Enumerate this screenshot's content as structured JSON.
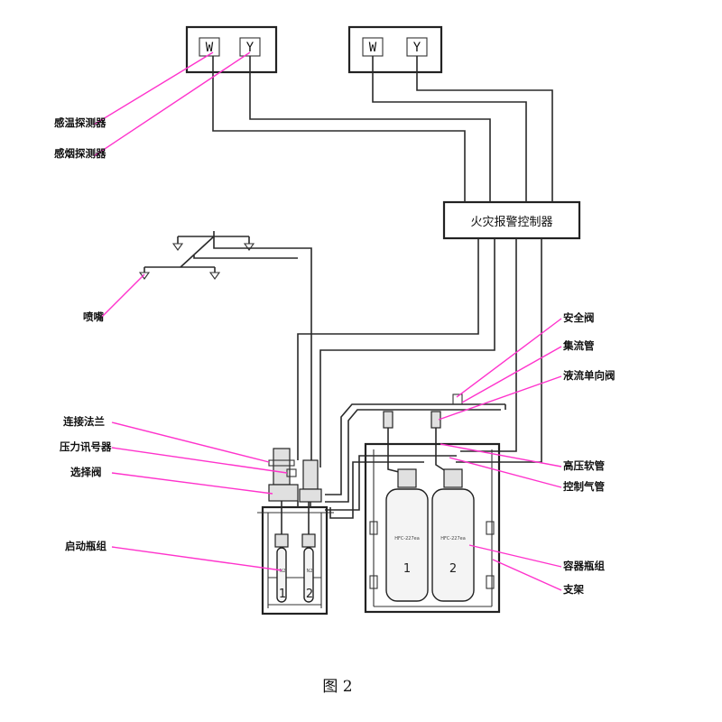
{
  "detectors": {
    "left": {
      "w_label": "W",
      "y_label": "Y"
    },
    "right": {
      "w_label": "W",
      "y_label": "Y"
    }
  },
  "controller_label": "火灾报警控制器",
  "labels": {
    "temp_detector": "感温探测器",
    "smoke_detector": "感烟探测器",
    "nozzle": "喷嘴",
    "safety_valve": "安全阀",
    "manifold": "集流管",
    "liquid_check_valve": "液流单向阀",
    "connect_flange": "连接法兰",
    "pressure_signal": "压力讯号器",
    "selector_valve": "选择阀",
    "start_cylinder_group": "启动瓶组",
    "high_pressure_hose": "高压软管",
    "control_gas_pipe": "控制气管",
    "container_cylinder_group": "容器瓶组",
    "support_frame": "支架"
  },
  "start_cylinders": [
    "1",
    "2"
  ],
  "start_cylinder_marks": [
    "N2",
    "N2"
  ],
  "main_cylinders": [
    "1",
    "2"
  ],
  "main_cylinder_marks": [
    "HFC-227ea",
    "HFC-227ea"
  ],
  "caption": "图 2",
  "colors": {
    "leader": "#ff33cc",
    "line": "#2a2a2a"
  }
}
